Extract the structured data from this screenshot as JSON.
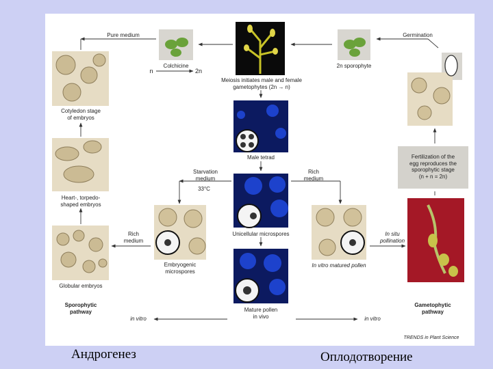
{
  "labels": {
    "pure_medium": "Pure medium",
    "germination": "Germination",
    "colchicine": "Colchicine",
    "n": "n",
    "two_n": "2n",
    "meiosis": "Meiosis initiates male and female\ngametophytes (2n → n)",
    "two_n_sporophyte": "2n sporophyte",
    "cotyledon": "Cotyledon stage\nof embryos",
    "male_tetrad": "Male tetrad",
    "fertilization": "Fertilization of the\negg reproduces the\nsporophytic stage\n(n + n = 2n)",
    "starvation": "Starvation\nmedium",
    "temp": "33°C",
    "rich_medium_right": "Rich\nmedium",
    "heart": "Heart-, torpedo-\nshaped embryos",
    "rich_medium_left": "Rich\nmedium",
    "unicellular": "Unicellular microspores",
    "in_situ": "In situ\npollination",
    "embryogenic": "Embryogenic\nmicrospores",
    "in_vitro_matured": "In vitro matured pollen",
    "globular": "Globular embryos",
    "sporophytic": "Sporophytic\npathway",
    "gametophytic": "Gametophytic\npathway",
    "in_vitro_left": "in vitro",
    "mature_pollen": "Mature pollen\nin vivo",
    "in_vitro_right": "in vitro",
    "trends": "TRENDS in Plant Science"
  },
  "captions": {
    "left": "Андрогенез",
    "right": "Оплодотворение"
  },
  "colors": {
    "background": "#cdd0f4",
    "panel": "#ffffff",
    "fluorescent_blue": "#1f47d8",
    "flower_red": "#a41826"
  }
}
